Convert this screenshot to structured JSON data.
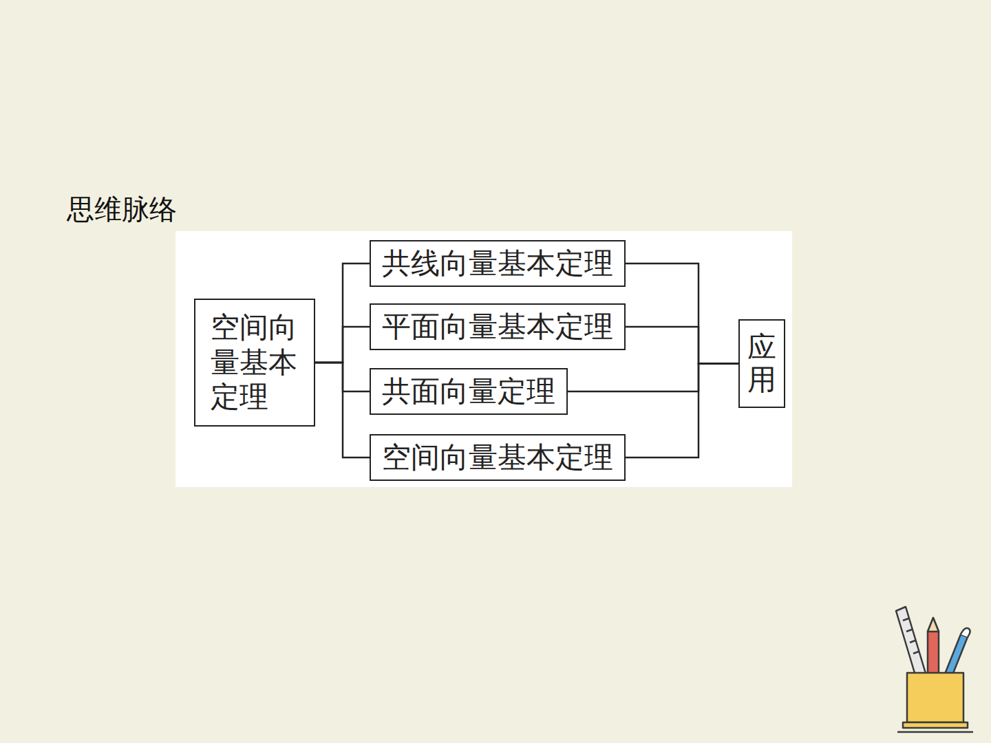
{
  "diagram": {
    "title": "思维脉络",
    "nodes": [
      {
        "text": [
          "空间向量基本定理"
        ]
      },
      {
        "text": [
          "共线向量基本定理"
        ]
      },
      {
        "text": [
          "平面向量基本定理"
        ]
      },
      {
        "text": [
          "共面向量定理"
        ]
      },
      {
        "text": [
          "空间向量基本定理"
        ]
      },
      {
        "text": [
          "应用"
        ]
      }
    ],
    "edges": [
      {
        "from": 0,
        "to": 1,
        "arrow": "none"
      },
      {
        "from": 0,
        "to": 2,
        "arrow": "none"
      },
      {
        "from": 0,
        "to": 3,
        "arrow": "none"
      },
      {
        "from": 0,
        "to": 4,
        "arrow": "none"
      },
      {
        "from": 1,
        "to": 5,
        "arrow": "none"
      },
      {
        "from": 2,
        "to": 5,
        "arrow": "none"
      },
      {
        "from": 3,
        "to": 5,
        "arrow": "none"
      },
      {
        "from": 4,
        "to": 5,
        "arrow": "none"
      }
    ]
  }
}
